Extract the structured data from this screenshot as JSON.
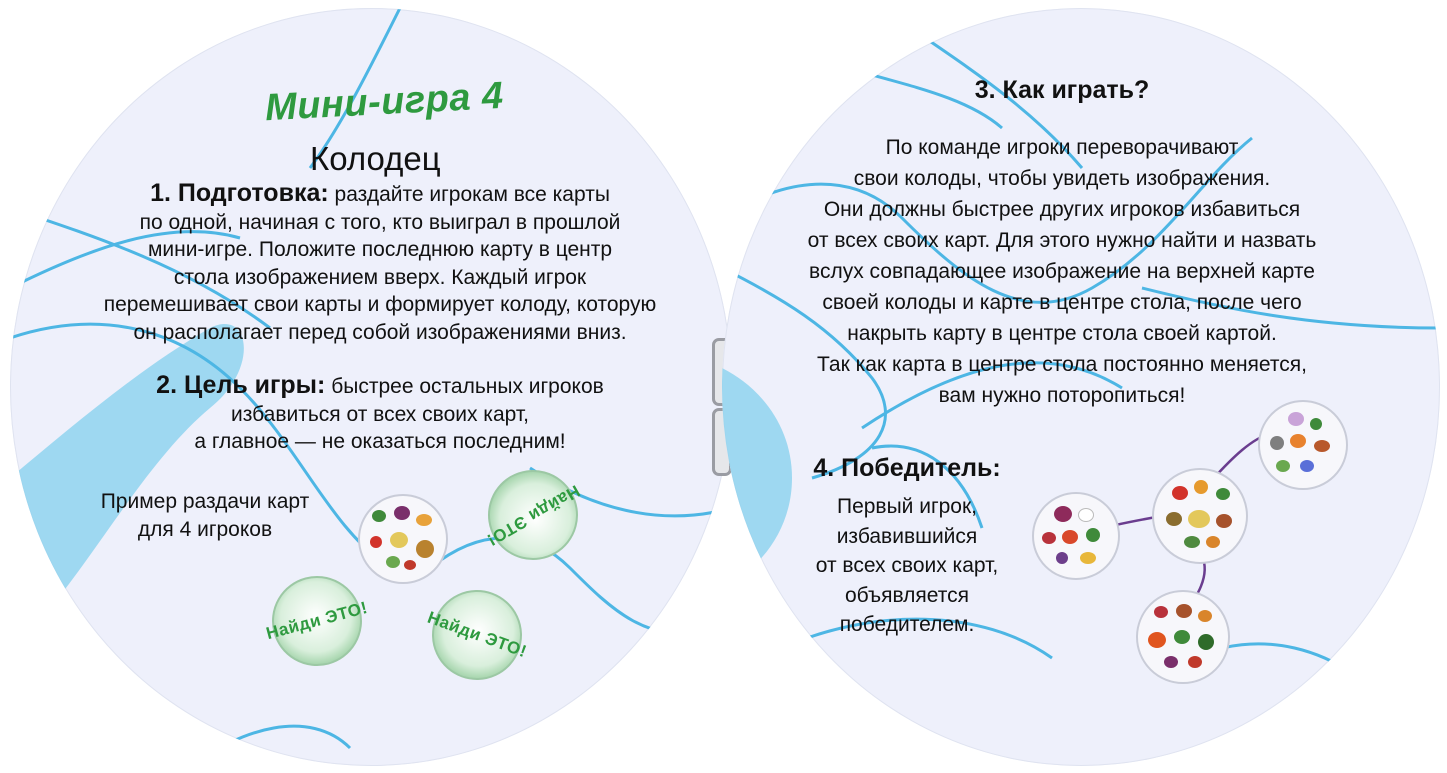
{
  "left_page": {
    "mini_game_label": "Мини-игра 4",
    "game_name": "Колодец",
    "section1": {
      "heading": "1. Подготовка:",
      "line1": "раздайте игрокам все карты",
      "lines": [
        "по одной, начиная с того, кто выиграл в прошлой",
        "мини-игре. Положите последнюю карту в центр",
        "стола изображением вверх. Каждый игрок",
        "перемешивает свои карты и формирует колоду, которую",
        "он располагает перед собой изображениями вниз."
      ]
    },
    "section2": {
      "heading": "2. Цель игры:",
      "line1": "быстрее остальных игроков",
      "lines": [
        "избавиться от всех своих карт,",
        "а главное — не оказаться последним!"
      ]
    },
    "example_caption": [
      "Пример раздачи карт",
      "для 4 игроков"
    ],
    "card_cover_text": "Найди ЭТО!"
  },
  "right_page": {
    "section3": {
      "heading": "3. Как играть?",
      "lines": [
        "По команде игроки переворачивают",
        "свои колоды, чтобы увидеть изображения.",
        "Они должны быстрее других игроков избавиться",
        "от всех своих карт. Для этого нужно найти и назвать",
        "вслух совпадающее изображение на верхней карте",
        "своей колоды и карте в центре стола, после чего",
        "накрыть карту в центре стола своей картой.",
        "Так как карта в центре стола постоянно меняется,",
        "вам нужно поторопиться!"
      ]
    },
    "section4": {
      "heading": "4. Победитель:",
      "lines": [
        "Первый игрок,",
        "избавившийся",
        "от всех своих карт,",
        "объявляется",
        "победителем."
      ]
    }
  },
  "colors": {
    "page_background": "#eef0fb",
    "wave_blue": "#8fd3ee",
    "wave_line": "#4db6e4",
    "title_green": "#2e9a3f",
    "connector_purple": "#6a3d8f"
  },
  "icons": [
    "fruit-vegetable-card-icon",
    "card-back-icon",
    "staple-icon"
  ]
}
